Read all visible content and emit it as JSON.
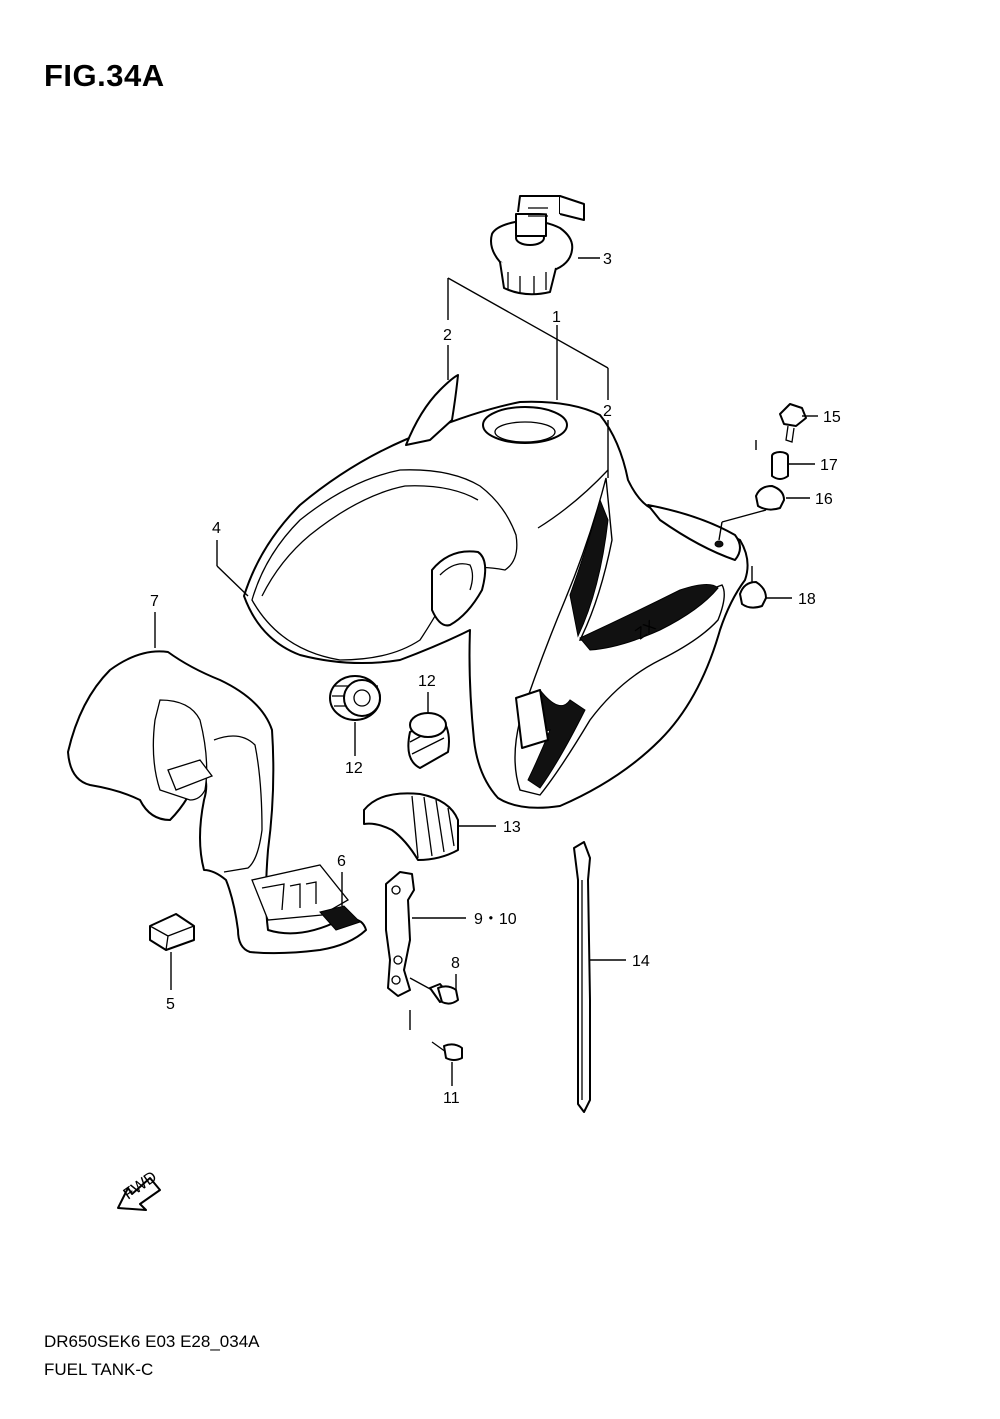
{
  "title": "FIG.34A",
  "footer": {
    "code": "DR650SEK6 E03 E28_034A",
    "name": "FUEL TANK-C"
  },
  "callouts": {
    "c1": "1",
    "c2a": "2",
    "c2b": "2",
    "c3": "3",
    "c4": "4",
    "c5": "5",
    "c6": "6",
    "c7": "7",
    "c8": "8",
    "c9_10": "9・10",
    "c11": "11",
    "c12a": "12",
    "c12b": "12",
    "c13": "13",
    "c14": "14",
    "c15": "15",
    "c16": "16",
    "c17": "17",
    "c18": "18"
  },
  "fwd_label": "FWD"
}
